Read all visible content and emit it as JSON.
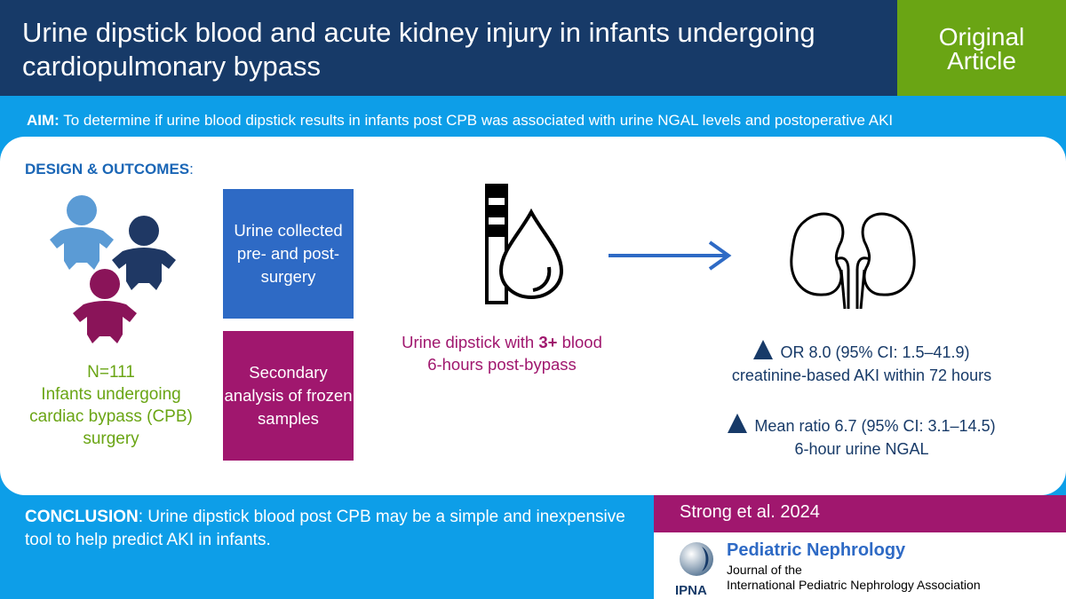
{
  "header": {
    "title": "Urine dipstick blood and acute kidney injury in infants undergoing cardiopulmonary bypass",
    "badge_line1": "Original",
    "badge_line2": "Article"
  },
  "aim": {
    "label": "AIM:",
    "text": "To determine if urine blood dipstick results in infants post CPB was associated with urine NGAL levels and postoperative AKI"
  },
  "design": {
    "label": "DESIGN & OUTCOMES",
    "colon": ":"
  },
  "boxes": {
    "box1": "Urine collected pre- and post-surgery",
    "box2": "Secondary analysis of frozen samples"
  },
  "cohort": {
    "n": "N=111",
    "text": "Infants undergoing cardiac bypass (CPB) surgery"
  },
  "dipstick": {
    "prefix": "Urine dipstick with ",
    "highlight": "3+",
    "suffix": " blood",
    "line2": "6-hours post-bypass"
  },
  "results": [
    {
      "line1": "OR 8.0 (95% CI: 1.5–41.9)",
      "line2": "creatinine-based AKI within 72 hours"
    },
    {
      "line1": "Mean ratio 6.7 (95% CI: 3.1–14.5)",
      "line2": "6-hour urine NGAL"
    }
  ],
  "conclusion": {
    "label": "CONCLUSION",
    "text": ": Urine dipstick blood post CPB may be a simple and inexpensive tool to help predict AKI in infants."
  },
  "citation": "Strong et al. 2024",
  "journal": {
    "name": "Pediatric Nephrology",
    "sub1": "Journal of the",
    "sub2": "International  Pediatric Nephrology Association",
    "logo_text": "IPNA"
  },
  "icons": [
    "infant-icon",
    "dipstick-icon",
    "blood-drop-icon",
    "arrow-right-icon",
    "kidneys-icon",
    "triangle-up-icon",
    "ipna-globe-icon"
  ],
  "colors": {
    "navy": "#173a68",
    "sky": "#0d9ee8",
    "green": "#6aa514",
    "magenta": "#a0176e",
    "blue": "#2e6ac5",
    "infant_light": "#5b9bd5",
    "infant_dark": "#1f3864",
    "infant_magenta": "#8a1459"
  }
}
